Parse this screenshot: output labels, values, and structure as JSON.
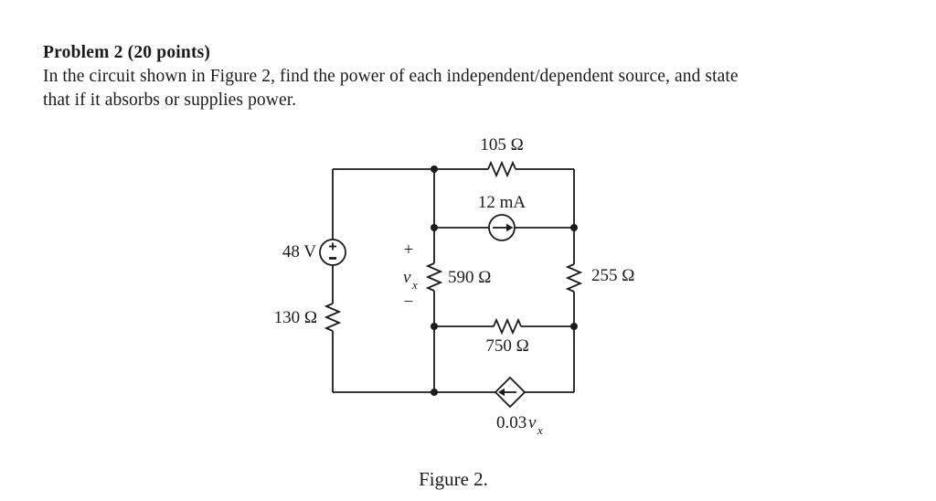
{
  "page": {
    "background": "#ffffff",
    "ink_color": "#1b1b1b"
  },
  "problem": {
    "heading": "Problem 2 (20 points)",
    "body_lines": [
      "In the circuit shown in Figure 2, find the power of each independent/dependent source, and state",
      "that if it absorbs or supplies power."
    ]
  },
  "figure": {
    "caption": "Figure 2.",
    "components": {
      "voltage_source": {
        "label": "48 V",
        "type": "independent-voltage-source"
      },
      "current_source": {
        "label": "12 mA",
        "type": "independent-current-source",
        "arrow_direction": "right"
      },
      "dependent_source": {
        "coeff": "0.03",
        "var": "v",
        "sub": "x",
        "type": "dependent-current-source",
        "arrow_direction": "left"
      },
      "resistor_top": {
        "label": "105 Ω"
      },
      "resistor_left": {
        "label": "130 Ω"
      },
      "resistor_middle": {
        "label": "590 Ω"
      },
      "resistor_right": {
        "label": "255 Ω"
      },
      "resistor_bottom": {
        "label": "750 Ω"
      }
    },
    "vx_marking": {
      "plus": "+",
      "minus": "−",
      "var": "v",
      "sub": "x"
    }
  }
}
